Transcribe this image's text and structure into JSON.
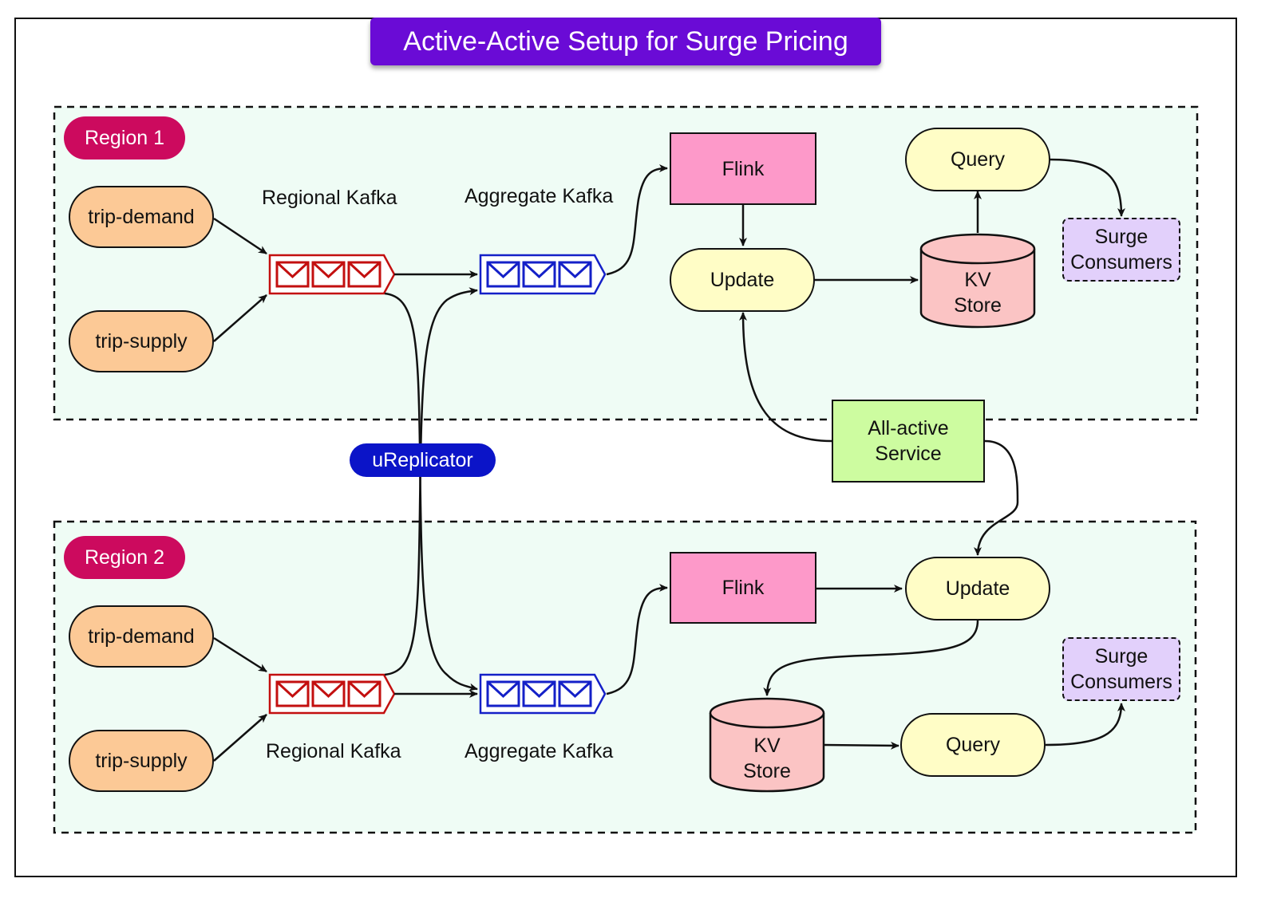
{
  "title": "Active-Active Setup for Surge Pricing",
  "replicator_label": "uReplicator",
  "all_active_service": "All-active\nService",
  "colors": {
    "title_bg": "#6a0bd6",
    "region_badge": "#cc0a5e",
    "replicator": "#0b14c8",
    "region_bg": "#effcf5",
    "regional_kafka": "#c30f0f",
    "aggregate_kafka": "#1420c8",
    "source": "#fcc996",
    "process": "#fffdc6",
    "flink": "#fd99c9",
    "store": "#fbc4c4",
    "consumer": "#e2d0fb",
    "all_active": "#cdfca0"
  },
  "regions": [
    {
      "name": "Region 1",
      "trip_demand": "trip-demand",
      "trip_supply": "trip-supply",
      "regional_kafka": "Regional Kafka",
      "aggregate_kafka": "Aggregate Kafka",
      "flink": "Flink",
      "update": "Update",
      "kv_store": "KV\nStore",
      "query": "Query",
      "consumers": "Surge\nConsumers"
    },
    {
      "name": "Region 2",
      "trip_demand": "trip-demand",
      "trip_supply": "trip-supply",
      "regional_kafka": "Regional Kafka",
      "aggregate_kafka": "Aggregate Kafka",
      "flink": "Flink",
      "update": "Update",
      "kv_store": "KV\nStore",
      "query": "Query",
      "consumers": "Surge\nConsumers"
    }
  ]
}
